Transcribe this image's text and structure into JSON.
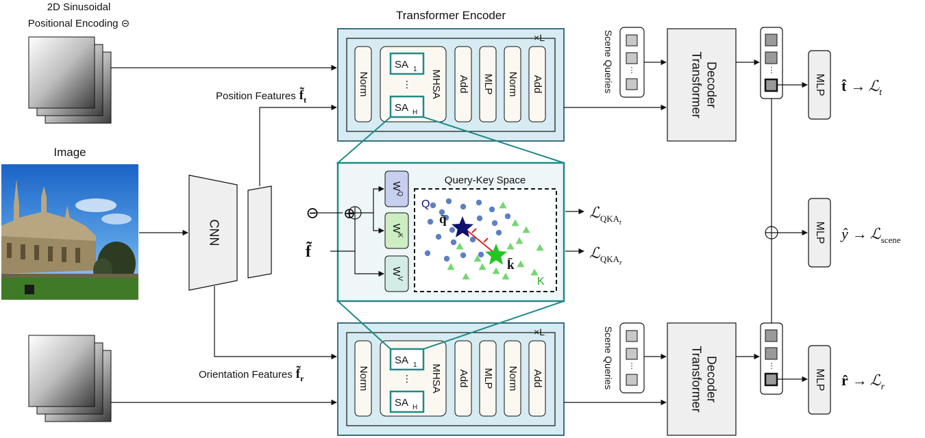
{
  "pos_enc": {
    "line1": "2D Sinusoidal",
    "line2": "Positional Encoding ⊝"
  },
  "image_label": "Image",
  "cnn_label": "CNN",
  "encoder_title": "Transformer Encoder",
  "repeat_label": "×L",
  "encoder_blocks": {
    "norm": "Norm",
    "mhsa": "MHSA",
    "add": "Add",
    "mlp": "MLP"
  },
  "sa_first": {
    "base": "SA",
    "sub": "1"
  },
  "sa_last": {
    "base": "SA",
    "sub": "H"
  },
  "ellipsis": "⋮",
  "pos_features": {
    "text": "Position Features",
    "symbol": "f̃",
    "sub": "t"
  },
  "ori_features": {
    "text": "Orientation Features",
    "symbol": "f̃",
    "sub": "r"
  },
  "scene_queries": "Scene Queries",
  "decoder": {
    "line1": "Transformer",
    "line2": "Decoder"
  },
  "mlp_label": "MLP",
  "zoom": {
    "title": "Query-Key Space",
    "input_f": "f̃",
    "pos_symbol": "⊝",
    "plus_symbol": "⊕",
    "q_label": "Q",
    "k_label": "K",
    "q_bar": "q̄",
    "k_bar": "k̄",
    "weights": [
      {
        "base": "W",
        "sup": "Q"
      },
      {
        "base": "W",
        "sup": "K"
      },
      {
        "base": "W",
        "sup": "V"
      }
    ]
  },
  "losses": {
    "qka_t": {
      "main": "ℒ",
      "sub": "QKA",
      "subsub": "t"
    },
    "qka_r": {
      "main": "ℒ",
      "sub": "QKA",
      "subsub": "r"
    },
    "t": {
      "head": "t̂",
      "arrow": "→",
      "main": "ℒ",
      "sub": "t"
    },
    "scene": {
      "head": "ŷ",
      "arrow": "→",
      "main": "ℒ",
      "sub": "scene"
    },
    "r": {
      "head": "r̂",
      "arrow": "→",
      "main": "ℒ",
      "sub": "r"
    }
  },
  "colors": {
    "encoder_fill": "#d6ebf2",
    "encoder_border": "#3a6f80",
    "teal": "#1f8a86",
    "block_fill": "#fbf8f1",
    "wq_fill": "#c7cfef",
    "wk_fill": "#cdeec2",
    "wv_fill": "#d3ece6",
    "q_dot": "#5b80c4",
    "k_tri": "#73d673",
    "star_q": "#10106e",
    "star_k": "#22c522",
    "red": "#e02020"
  }
}
